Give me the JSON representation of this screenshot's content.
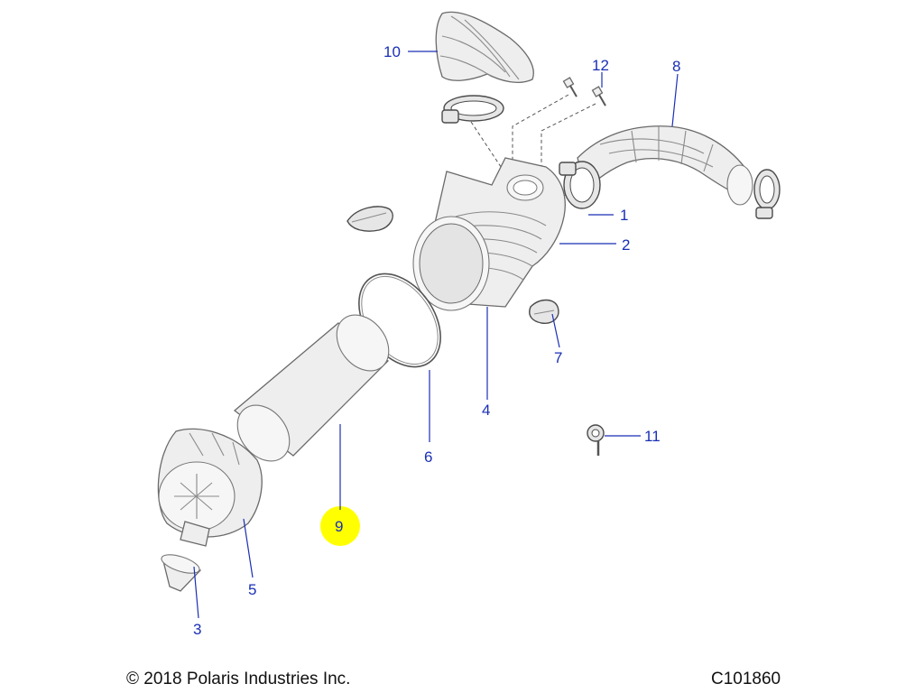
{
  "callouts": {
    "c1": "1",
    "c2": "2",
    "c3": "3",
    "c4": "4",
    "c5": "5",
    "c6": "6",
    "c7": "7",
    "c8": "8",
    "c9": "9",
    "c10": "10",
    "c11": "11",
    "c12": "12"
  },
  "highlight_color": "#ffff00",
  "callout_color": "#1a2fb5",
  "footer": {
    "copyright": "© 2018 Polaris Industries Inc.",
    "figure_code": "C101860"
  }
}
